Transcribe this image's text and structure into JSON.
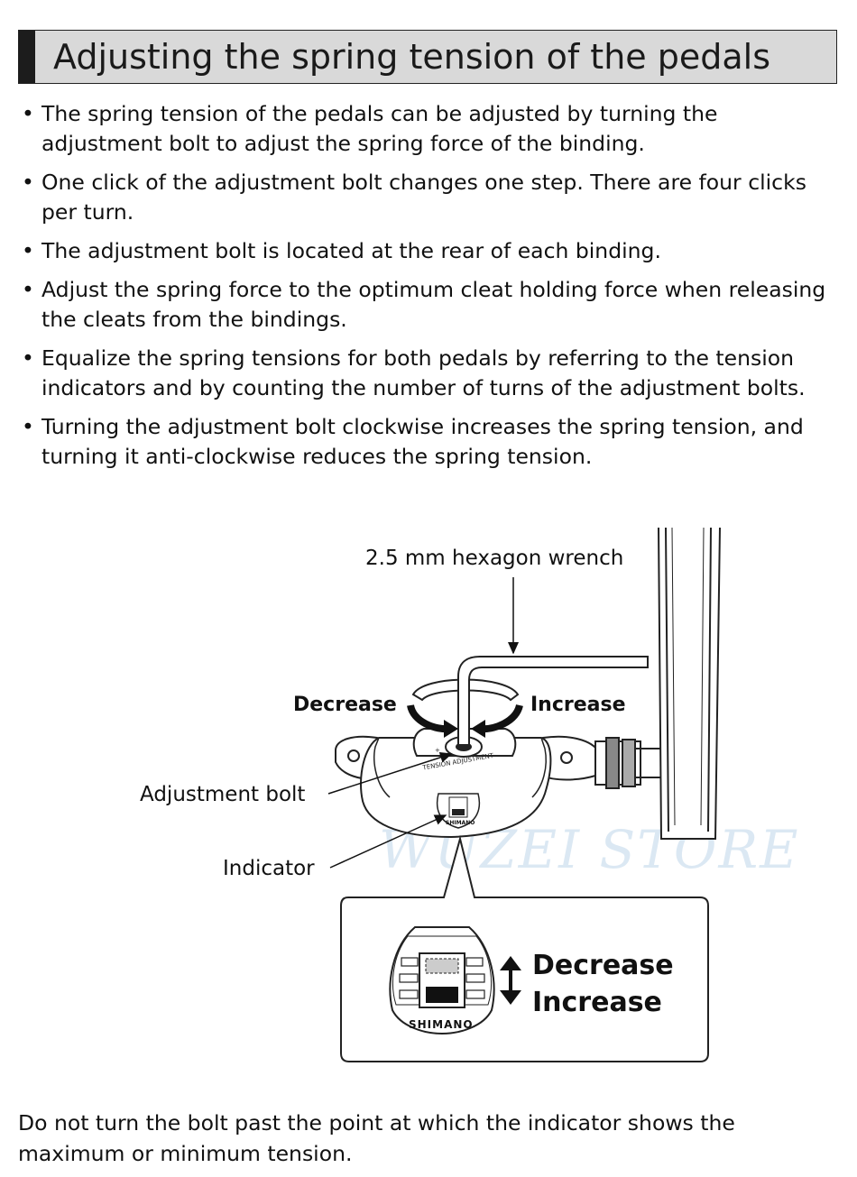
{
  "header": {
    "title": "Adjusting the spring tension of the pedals"
  },
  "bullets": [
    "The spring tension of the pedals can be adjusted by turning the adjustment bolt to adjust the spring force of the binding.",
    "One click of the adjustment bolt changes one step. There are four clicks per turn.",
    "The adjustment bolt is located at the rear of each binding.",
    "Adjust the spring force to the optimum cleat holding force when releasing the cleats from the bindings.",
    "Equalize the spring tensions for both pedals by referring to the tension indicators and by counting the number of turns of the adjustment bolts.",
    "Turning the adjustment bolt clockwise increases the spring tension, and turning it anti-clockwise reduces the spring tension."
  ],
  "diagram": {
    "wrench_label": "2.5 mm hexagon wrench",
    "decrease": "Decrease",
    "increase": "Increase",
    "adjustment_bolt": "Adjustment bolt",
    "indicator": "Indicator",
    "bolt_marking": "TENSION ADJUSTMENT",
    "brand": "SHIMANO",
    "watermark": "WUZEI STORE",
    "inset": {
      "decrease": "Decrease",
      "increase": "Increase",
      "brand": "SHIMANO"
    }
  },
  "footnote": "Do not turn the bolt past the point at which the indicator shows the maximum or minimum tension."
}
